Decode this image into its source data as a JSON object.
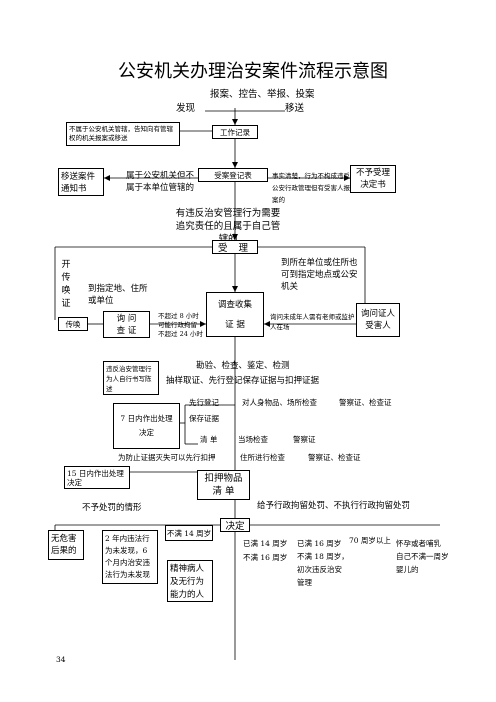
{
  "title": "公安机关办理治安案件流程示意图",
  "top": {
    "sources": "报案、控告、举报、投案",
    "found": "发现",
    "transfer": "移送"
  },
  "row1": {
    "not_police_left": "不属于公安机关管辖，告知向有管辖权的机关报案或移送",
    "work_record": "工作记录"
  },
  "row2": {
    "transfer_notice": "移送案件通知书",
    "belongs_police_not_unit": "属于公安机关但不属于本单位管辖的",
    "case_registration": "受案登记表",
    "fact_clear": "事实清楚，行为不构成违反公安行政管理但有受害人报案的",
    "not_accept_decision": "不予受理决定书"
  },
  "accept_condition": "有违反治安管理行为需要追究责任的且属于自己管辖的",
  "accept": "受 理",
  "summon": {
    "vertical": [
      "开",
      "传",
      "唤",
      "证"
    ],
    "to_location": "到指定地、住所或单位",
    "summons_box": "传唤",
    "inquiry_box": "询 问\n查 证",
    "time_note": "不超过 8 小时\n可能行政拘留\n不超过 24 小时",
    "investigate_box": "调查收集\n证 据",
    "right_location": "到所在单位或住所也可到指定地点或公安机关",
    "minor_note": "询问未成年人需有老师或监护人在场",
    "inquiry_witness": "询问证人\n受害人"
  },
  "evidence": {
    "violation_box": "违反治安管理行为人自行书写陈述",
    "methods_line1": "勘验、检查、鉴定、检测",
    "methods_line2": "抽样取证、先行登记保存证据与扣押证据"
  },
  "seven_day": {
    "box": "7 日内作出处理决定",
    "prior_register": "先行登记",
    "preserve_evidence": "保存证据",
    "list": "清 单",
    "person_check": "对人身物品、场所检查",
    "police_check1": "警察证、检查证",
    "on_site_check": "当场检查",
    "police_card": "警察证",
    "prevent_loss": "为防止证据灭失可以先行扣押",
    "residence_check": "住所进行检查",
    "police_check2": "警察证、检查证"
  },
  "fifteen_day": {
    "box": "15 日内作出处理决定",
    "seizure_list": "扣押物品\n清 单"
  },
  "decision": {
    "no_penalty": "不予处罚的情形",
    "penalty": "给予行政拘留处罚、不执行行政拘留处罚",
    "box": "决定"
  },
  "no_penalty_items": {
    "no_harm": "无危害后果的",
    "two_years": "2 年内违法行为未发现，6 个月内治安违法行为未发现",
    "under14": "不满 14 周岁",
    "mental": "精神病人及无行为能力的人"
  },
  "penalty_items": {
    "age14": "已满 14 周岁\n不满 16 周岁",
    "age16": "已满 16 周岁\n不满 18 周岁，\n初次违反治安\n管理",
    "age70": "70 周岁以上",
    "pregnant": "怀孕或者哺乳\n自己不满一周岁\n婴儿的"
  },
  "page_number": "34"
}
